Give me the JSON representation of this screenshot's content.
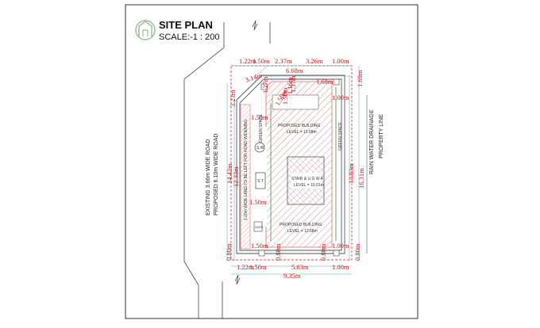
{
  "title": "SITE PLAN",
  "scale": "SCALE:-1 : 200",
  "labels": {
    "proposed_building_top": "PROPOSED BUILDING",
    "level_top": "LEVEL = 12.68m",
    "stair": "STAIR & U G W A",
    "stair_level": "LEVEL = 15.01m",
    "proposed_building_bottom": "PROPOSED BUILDING",
    "level_bottom": "LEVEL = 12.68m",
    "green_space_left": "GREEN SPACE",
    "green_space_right": "GREEN SPACE",
    "road_widening": "1.20m WIDE LAND TO BE LEFT FOR ROAD WIDENING",
    "sw": "S.W",
    "st": "S.T",
    "gate": "GATE",
    "road_existing": "EXISTING  3.66m WIDE ROAD",
    "road_proposed": "PROPOSED  6.10m WIDE ROAD",
    "rain_water": "RAIN WATER DRAINAGE",
    "property_line": "PROPERTY LINE"
  },
  "dimensions": {
    "top_122": "1.22m",
    "top_150": "1.50m",
    "top_237": "2.37m",
    "top_326": "3.26m",
    "top_100": "1.00m",
    "top_668": "6.68m",
    "diag_314": "3.14m",
    "left_323": "3.23m",
    "d_127": "1.27m",
    "d_150a": "1.50m",
    "d_137": "1.37m",
    "d_116": "1.16m",
    "d_150b": "1.50m",
    "d_168": "1.68m",
    "right_169": "1.69m",
    "right_100": "1.00m",
    "mid_150": "1.50m",
    "left_1443": "14.43m",
    "left_1233": "12.33m",
    "mid_150b": "1.50m",
    "right_1383": "13.83m",
    "right_1631": "16.31m",
    "b_150": "1.50m",
    "b_100": "1.00m",
    "b_080_left": "0.80m",
    "b_080_a": "0.80m",
    "b_080_b": "0.80m",
    "b_080_right": "0.80m",
    "bottom_122": "1.22m",
    "bottom_150": "1.50m",
    "bottom_563": "5.63m",
    "bottom_100": "1.00m",
    "bottom_935": "9.35m"
  },
  "colors": {
    "dimension": "#d01010",
    "boundary": "#555555",
    "hatch": "#e06a6a",
    "green_line": "#3a9a3a",
    "stair_hatch": "#9a9a9a"
  },
  "icons": [
    "logo-mark-icon",
    "break-mark-icon"
  ]
}
